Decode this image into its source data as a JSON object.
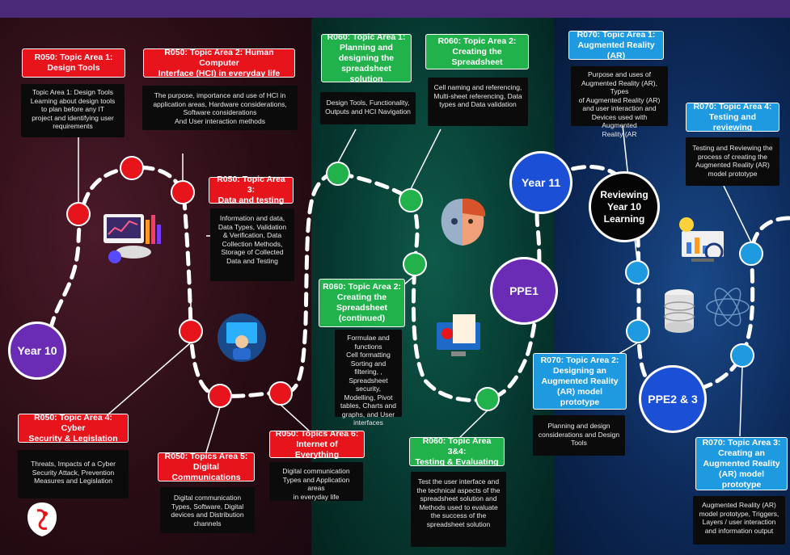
{
  "colors": {
    "red": "#e8141c",
    "green": "#22b24c",
    "blue": "#1e9ae0",
    "purple": "#6a2bb5"
  },
  "r050": {
    "t1": {
      "title": "R050: Topic Area 1:\nDesign Tools",
      "body": "Topic Area 1: Design Tools\nLearning about design tools\nto plan before any IT\nproject and identifying user\nrequirements"
    },
    "t2": {
      "title": "R050: Topic Area 2: Human Computer\nInterface (HCI) in everyday life",
      "body": "The purpose, importance and use of HCI in\napplication areas, Hardware considerations,\nSoftware considerations\nAnd User interaction methods"
    },
    "t3": {
      "title": "R050: Topic Area 3:\nData and testing",
      "body": "Information and data,\nData Types, Validation\n& Verification, Data\nCollection Methods,\nStorage of Collected\nData and Testing"
    },
    "t4": {
      "title": "R050: Topic Area 4: Cyber\nSecurity & Legislation",
      "body": "Threats, Impacts of a Cyber\nSecurity Attack, Prevention\nMeasures and Legislation"
    },
    "t5": {
      "title": "R050: Topics Area 5:\nDigital Communications",
      "body": "Digital communication\nTypes, Software, Digital\ndevices and Distribution\nchannels"
    },
    "t6": {
      "title": "R050: Topics Area 6:\nInternet of Everything",
      "body": "Digital communication\nTypes and Application areas\nin everyday life"
    }
  },
  "r060": {
    "t1": {
      "title": "R060: Topic Area 1:\nPlanning and\ndesigning the\nspreadsheet solution",
      "body": "Design Tools, Functionality,\nOutputs and HCI Navigation"
    },
    "t2": {
      "title": "R060: Topic Area 2:\nCreating the Spreadsheet",
      "body": "Cell naming and referencing,\nMulti-sheet referencing, Data\ntypes and Data validation"
    },
    "t2b": {
      "title": "R060: Topic Area 2:\nCreating the\nSpreadsheet\n(continued)",
      "body": "Formulae and\nfunctions\nCell formatting\nSorting and filtering, ,\nSpreadsheet security,\nModelling, Pivot\ntables, Charts and\ngraphs, and User\ninterfaces"
    },
    "t34": {
      "title": "R060: Topic Area 3&4:\nTesting & Evaluating",
      "body": "Test the user interface and\nthe technical aspects of the\nspreadsheet solution and\nMethods used to evaluate\nthe success of the\nspreadsheet solution"
    }
  },
  "r070": {
    "t1": {
      "title": "R070: Topic Area 1:\nAugmented Reality (AR)",
      "body": "Purpose and uses of\nAugmented Reality (AR), Types\nof Augmented Reality (AR)\nand user interaction and\nDevices used with Augmented\nReality (AR"
    },
    "t4": {
      "title": "R070: Topic Area 4:\nTesting and reviewing",
      "body": "Testing and Reviewing the\nprocess of creating the\nAugmented Reality (AR)\nmodel prototype"
    },
    "t2": {
      "title": "R070: Topic Area 2:\nDesigning an\nAugmented Reality\n(AR) model prototype",
      "body": "Planning and design\nconsiderations and Design\nTools"
    },
    "t3": {
      "title": "R070: Topic Area 3:\nCreating an\nAugmented Reality\n(AR) model prototype",
      "body": "Augmented Reality (AR)\nmodel prototype, Triggers,\nLayers / user interaction\nand information output"
    }
  },
  "milestones": {
    "year10": "Year 10",
    "year11": "Year 11",
    "reviewing": "Reviewing\nYear 10\nLearning",
    "ppe1": "PPE1",
    "ppe23": "PPE2 & 3"
  },
  "icons": [
    "analytics-dashboard-icon",
    "developer-icon",
    "robot-human-face-icon",
    "document-monitor-icon",
    "database-icon",
    "atom-icon",
    "lightbulb-chart-icon",
    "school-logo"
  ]
}
